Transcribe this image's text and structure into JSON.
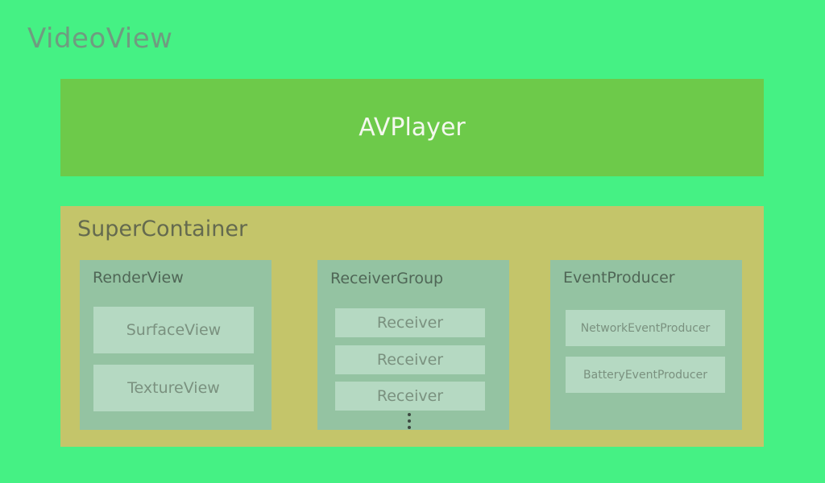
{
  "diagram": {
    "title": "VideoView",
    "avplayer": {
      "label": "AVPlayer"
    },
    "super_container": {
      "label": "SuperContainer",
      "render_view": {
        "label": "RenderView",
        "items": [
          "SurfaceView",
          "TextureView"
        ]
      },
      "receiver_group": {
        "label": "ReceiverGroup",
        "items": [
          "Receiver",
          "Receiver",
          "Receiver"
        ],
        "more_icon": "vertical-ellipsis"
      },
      "event_producer": {
        "label": "EventProducer",
        "items": [
          "NetworkEventProducer",
          "BatteryEventProducer"
        ]
      }
    }
  },
  "colors": {
    "background": "#45f184",
    "avplayer": "#6dca4a",
    "super_container": "#c4c56a",
    "panel": "#94c3a2",
    "box": "#b5d9c2"
  }
}
